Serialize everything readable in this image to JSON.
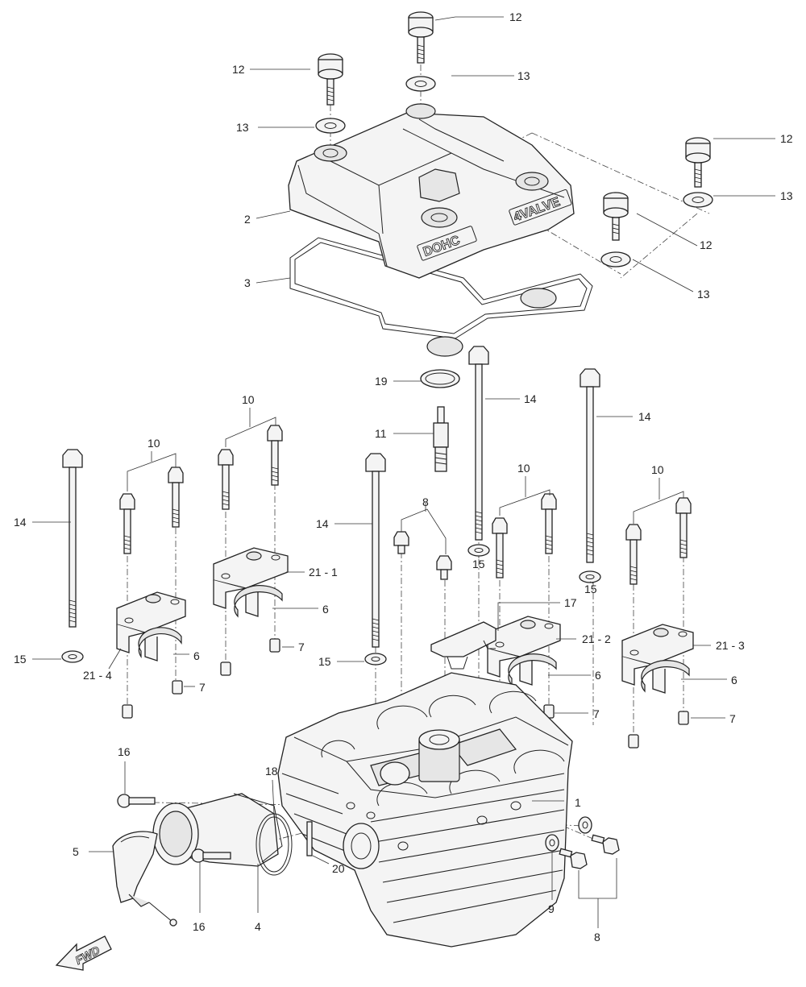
{
  "embossed": {
    "cover_left": "DOHC",
    "cover_right": "4VALVE"
  },
  "fwd_label": "FWD",
  "callouts": {
    "c1": "1",
    "c2": "2",
    "c3": "3",
    "c4": "4",
    "c5": "5",
    "c6a": "6",
    "c6b": "6",
    "c6c": "6",
    "c6d": "6",
    "c7a": "7",
    "c7b": "7",
    "c7c": "7",
    "c7d": "7",
    "c8a": "8",
    "c8b": "8",
    "c9": "9",
    "c10a": "10",
    "c10b": "10",
    "c10c": "10",
    "c10d": "10",
    "c11": "11",
    "c12a": "12",
    "c12b": "12",
    "c12c": "12",
    "c12d": "12",
    "c13a": "13",
    "c13b": "13",
    "c13c": "13",
    "c13d": "13",
    "c14a": "14",
    "c14b": "14",
    "c14c": "14",
    "c14d": "14",
    "c15a": "15",
    "c15b": "15",
    "c15c": "15",
    "c15d": "15",
    "c16a": "16",
    "c16b": "16",
    "c17": "17",
    "c18": "18",
    "c19": "19",
    "c20": "20",
    "c21_1": "21 - 1",
    "c21_2": "21 - 2",
    "c21_3": "21 - 3",
    "c21_4": "21 - 4"
  }
}
